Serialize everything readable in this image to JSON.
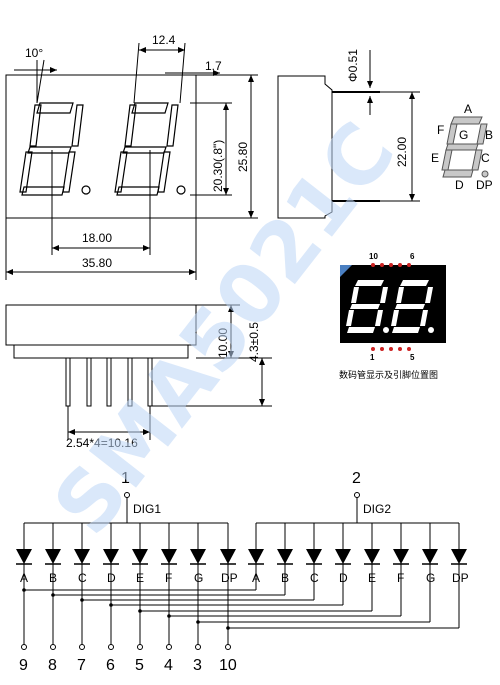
{
  "dims": {
    "angle": "10°",
    "pitch": "12.4",
    "seg_width": "1.7",
    "char_height": "20.30(.8\")",
    "height": "25.80",
    "digit_spacing": "18.00",
    "width": "35.80",
    "pin_dia": "Φ0.51",
    "side_height": "22.00",
    "body_depth": "10.00",
    "pin_len": "4.3±0.5",
    "pin_pitch": "2.54*4=10.16"
  },
  "segment_labels": {
    "a": "A",
    "b": "B",
    "c": "C",
    "d": "D",
    "e": "E",
    "f": "F",
    "g": "G",
    "dp": "DP"
  },
  "display_preview": {
    "top_left_pin": "10",
    "top_right_pin": "6",
    "bottom_left_pin": "1",
    "bottom_right_pin": "5",
    "caption": "数码管显示及引脚位置图"
  },
  "watermark": "SMA5021C",
  "circuit": {
    "common1_pin": "1",
    "common1_label": "DIG1",
    "common2_pin": "2",
    "common2_label": "DIG2",
    "segments": [
      "A",
      "B",
      "C",
      "D",
      "E",
      "F",
      "G",
      "DP"
    ],
    "bottom_pins": [
      "9",
      "8",
      "7",
      "6",
      "5",
      "4",
      "3",
      "10"
    ]
  },
  "colors": {
    "ink": "#000000",
    "led_bg": "#000000",
    "led_seg": "#ffffff",
    "pin_dot": "#cc2222",
    "watermark": "#bcd6f5",
    "dim_blue": "#4a7fc1"
  }
}
